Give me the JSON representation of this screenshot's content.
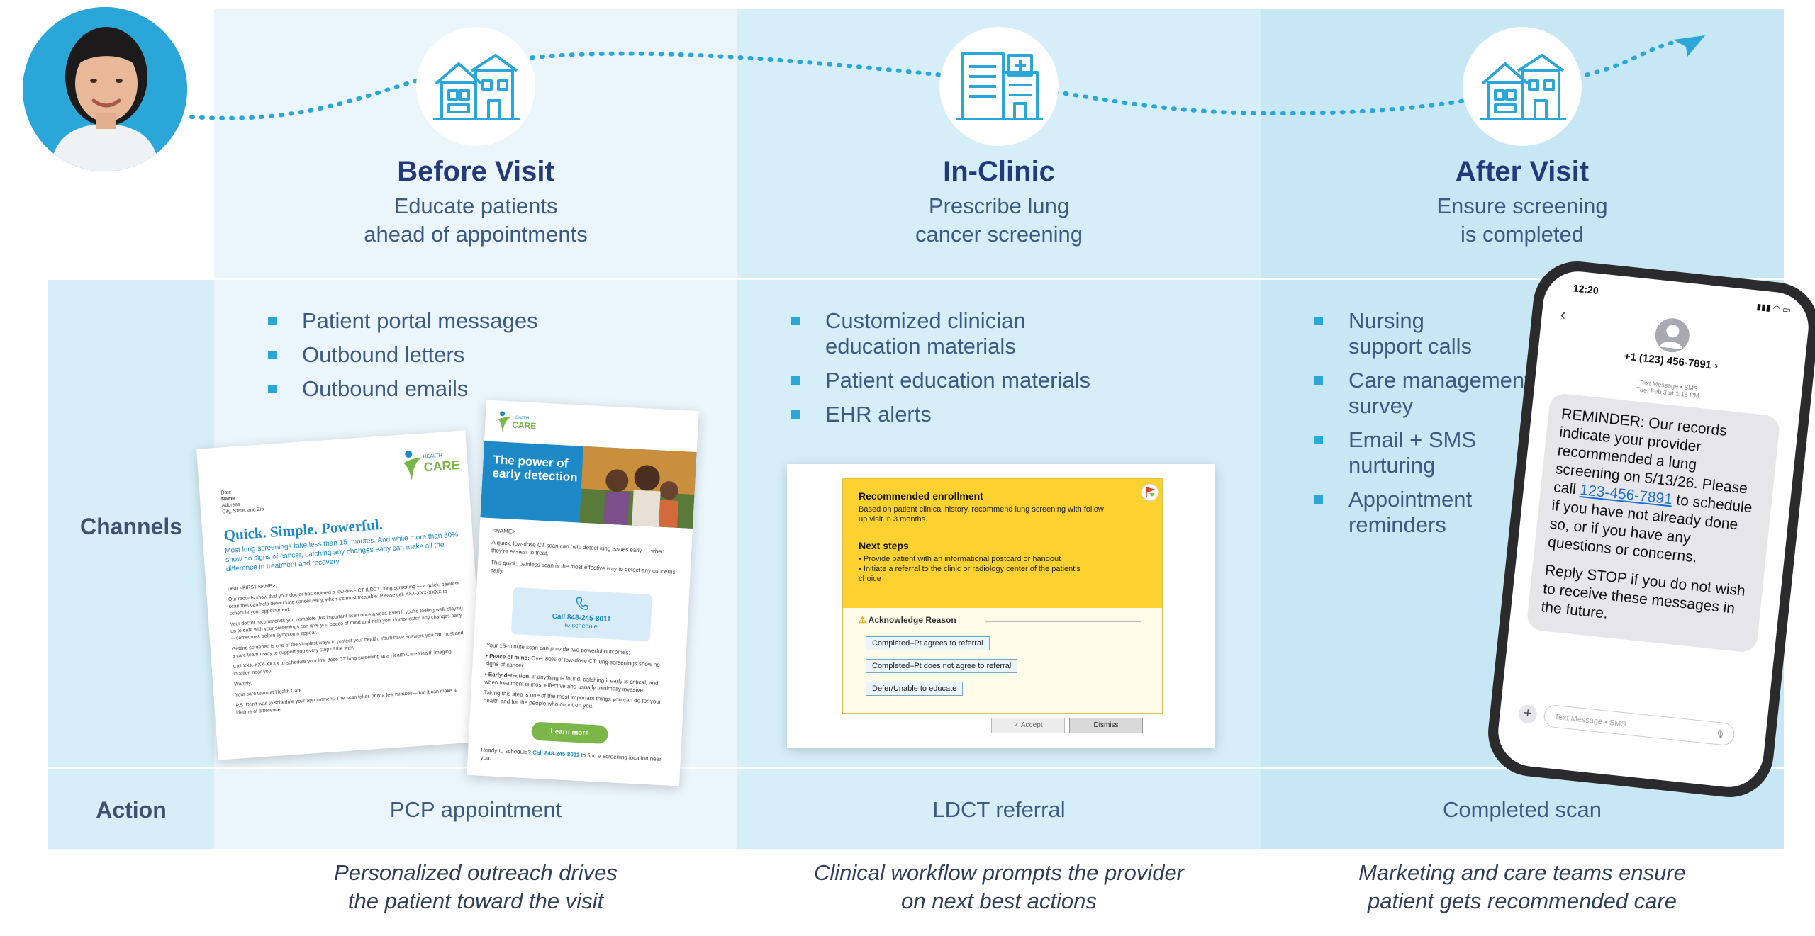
{
  "stages": [
    {
      "title": "Before Visit",
      "subtitle_lines": [
        "Educate patients",
        "ahead of appointments"
      ],
      "channels": [
        "Patient portal messages",
        "Outbound letters",
        "Outbound emails"
      ],
      "action": "PCP appointment",
      "caption_lines": [
        "Personalized outreach drives",
        "the patient toward the visit"
      ]
    },
    {
      "title": "In-Clinic",
      "subtitle_lines": [
        "Prescribe lung",
        "cancer screening"
      ],
      "channels": [
        "Customized clinician education materials",
        "Patient education materials",
        "EHR alerts"
      ],
      "action": "LDCT referral",
      "caption_lines": [
        "Clinical workflow prompts the provider",
        "on next best actions"
      ]
    },
    {
      "title": "After Visit",
      "subtitle_lines": [
        "Ensure screening",
        "is completed"
      ],
      "channels": [
        "Nursing support calls",
        "Care management survey",
        "Email + SMS nurturing",
        "Appointment reminders"
      ],
      "action": "Completed scan",
      "caption_lines": [
        "Marketing and care teams ensure",
        "patient gets recommended care"
      ]
    }
  ],
  "row_labels": {
    "channels": "Channels",
    "action": "Action"
  },
  "letter": {
    "logo_small": "HEALTH",
    "logo_big": "CARE",
    "address_lines": [
      "Date",
      "Name",
      "Address",
      "City, State, and Zip"
    ],
    "headline": "Quick. Simple. Powerful.",
    "subhead": "Most lung screenings take less than 15 minutes. And while more than 80% show no signs of cancer, catching any changes early can make all the difference in treatment and recovery.",
    "greeting": "Dear <FIRST NAME>,",
    "p1": "Our records show that your doctor has ordered a low-dose CT (LDCT) lung screening — a quick, painless scan that can help detect lung cancer early, when it's most treatable. Please call XXX-XXX-XXXX to schedule your appointment.",
    "p2": "Your doctor recommends you complete this important scan once a year. Even if you're feeling well, staying up to date with your screenings can give you peace of mind and help your doctor catch any changes early—sometimes before symptoms appear.",
    "p3": "Getting screened is one of the simplest ways to protect your health. You'll have answers you can trust and a care team ready to support you every step of the way.",
    "p4": "Call XXX-XXX-XXXX to schedule your low-dose CT lung screening at a Health Care Health imaging location near you.",
    "signoff": "Warmly,",
    "signature": "Your care team at Health Care",
    "ps": "P.S. Don't wait to schedule your appointment. The scan takes only a few minutes— but it can make a lifetime of difference."
  },
  "email": {
    "logo_small": "HEALTH",
    "logo_big": "CARE",
    "hero": "The power of early detection",
    "name": "<NAME>",
    "intro": "A quick, low-dose CT scan can help detect lung issues early — when they're easiest to treat.",
    "intro2": "This quick, painless scan is the most effective way to detect any concerns early.",
    "call_label": "Call 848-245-8011",
    "call_sub": "to schedule",
    "outcomes_intro": "Your 15-minute scan can provide two powerful outcomes:",
    "peace_title": "Peace of mind:",
    "peace_text": "Over 80% of low-dose CT lung screenings show no signs of cancer.",
    "early_title": "Early detection:",
    "early_text": "If anything is found, catching it early is critical, and when treatment is most effective and usually minimally invasive.",
    "closing": "Taking this step is one of the most important things you can do for your health and for the people who count on you.",
    "cta": "Learn more",
    "footer_pre": "Ready to schedule?",
    "footer_link": "Call 848-245-8011",
    "footer_post": "to find a screening location near you."
  },
  "ehr": {
    "title": "Recommended enrollment",
    "desc": "Based on patient clinical history, recommend lung screening with follow up visit in 3 months.",
    "next_title": "Next steps",
    "steps": [
      "Provide patient with an informational postcard or handout",
      "Initiate a referral to the clinic or radiology center of the patient's choice"
    ],
    "ack_title": "Acknowledge Reason",
    "options": [
      "Completed–Pt agrees to referral",
      "Completed–Pt does not agree to referral",
      "Defer/Unable to educate"
    ],
    "accept": "Accept",
    "dismiss": "Dismiss"
  },
  "phone": {
    "time": "12:20",
    "contact": "+1 (123) 456-7891",
    "meta1": "Text Message • SMS",
    "meta2": "Tue, Feb 3 at 1:16 PM",
    "msg_pre": "REMINDER: Our records indicate your provider recommended a lung screening on 5/13/26. Please call",
    "msg_link": "123-456-7891",
    "msg_post": "to schedule if you have not already done so, or if you have any questions or concerns.",
    "msg2": "Reply STOP if you do not wish to receive these messages in the future.",
    "input_placeholder": "Text Message • SMS"
  },
  "colors": {
    "title": "#24397a",
    "accent": "#2aa6d8",
    "ehr_yellow": "#fdd12f",
    "cta_green": "#7ab648",
    "email_blue": "#1d8ac7"
  },
  "icons": [
    "house-icon",
    "clinic-icon",
    "house-icon"
  ]
}
